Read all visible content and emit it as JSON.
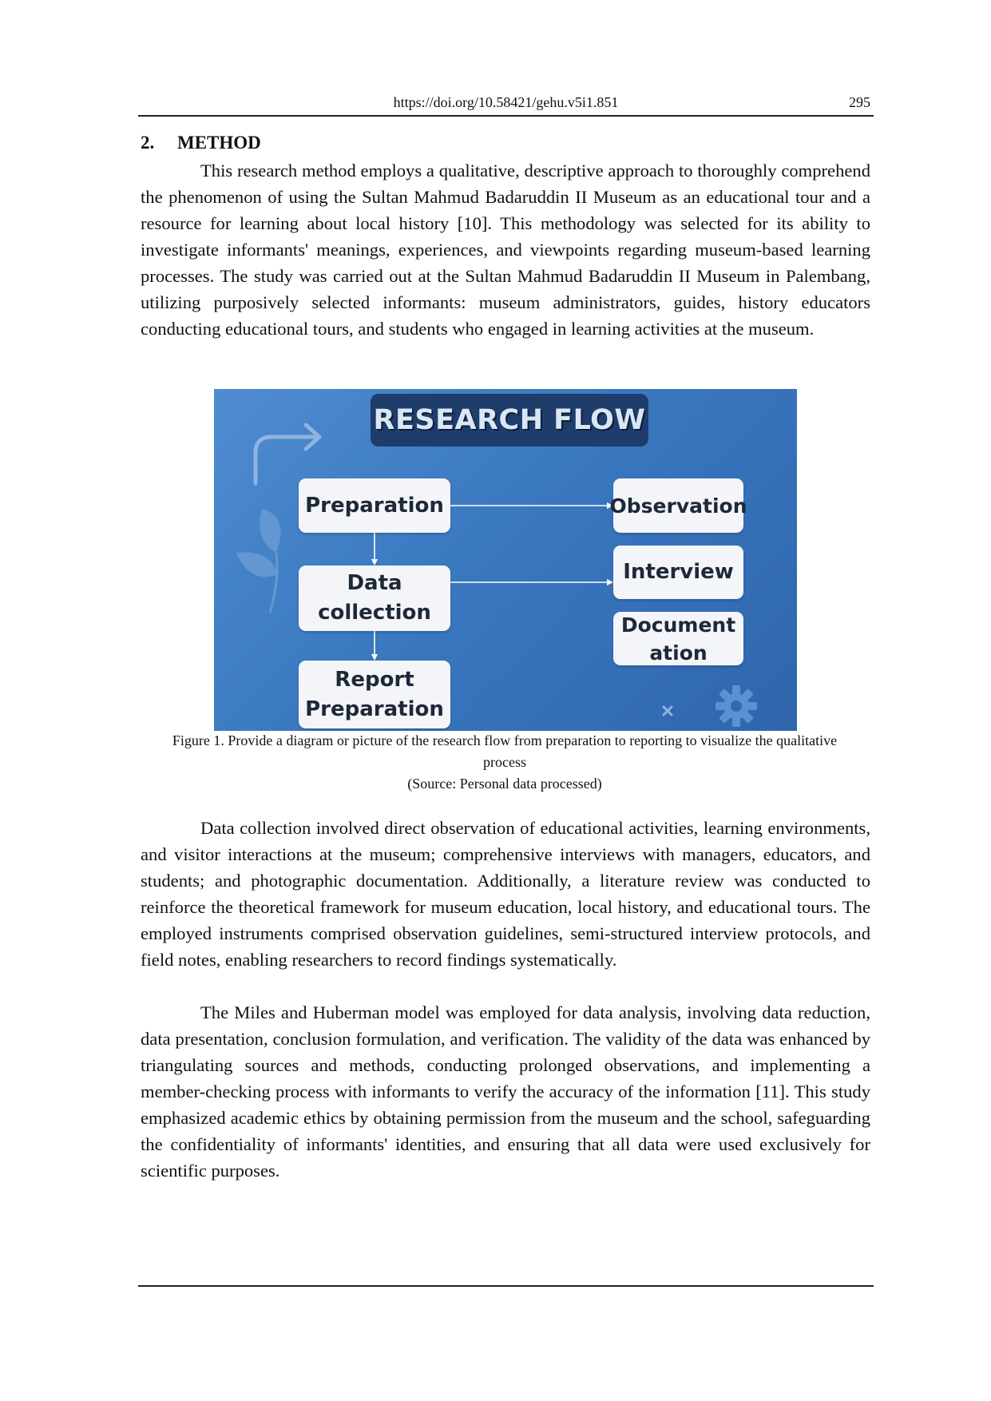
{
  "header": {
    "doi": "https://doi.org/10.58421/gehu.v5i1.851",
    "page_number": "295"
  },
  "section": {
    "number": "2.",
    "title": "METHOD"
  },
  "paragraphs": [
    "This research method employs a qualitative, descriptive approach to thoroughly comprehend the phenomenon of using the Sultan Mahmud Badaruddin II Museum as an educational tour and a resource for learning about local history [10]. This methodology was selected for its ability to investigate informants' meanings, experiences, and viewpoints regarding museum-based learning processes. The study was carried out at the Sultan Mahmud Badaruddin II Museum in Palembang, utilizing purposively selected informants: museum administrators, guides, history educators conducting educational tours, and students who engaged in learning activities at the museum.",
    "Data collection involved direct observation of educational activities, learning environments, and visitor interactions at the museum; comprehensive interviews with managers, educators, and students; and photographic documentation. Additionally, a literature review was conducted to reinforce the theoretical framework for museum education, local history, and educational tours. The employed instruments comprised observation guidelines, semi-structured interview protocols, and field notes, enabling researchers to record findings systematically.",
    "The Miles and Huberman model was employed for data analysis, involving data reduction, data presentation, conclusion formulation, and verification. The validity of the data was enhanced by triangulating sources and methods, conducting prolonged observations, and implementing a member-checking process with informants to verify the accuracy of the information [11]. This study emphasized academic ethics by obtaining permission from the museum and the school, safeguarding the confidentiality of informants' identities, and ensuring that all data were used exclusively for scientific purposes."
  ],
  "figure": {
    "title": "RESEARCH FLOW",
    "boxes": {
      "preparation": "Preparation",
      "data_collection_line1": "Data",
      "data_collection_line2": "collection",
      "report_line1": "Report",
      "report_line2": "Preparation",
      "observation": "Observation",
      "interview": "Interview",
      "documentation_line1": "Document",
      "documentation_line2": "ation"
    },
    "colors": {
      "background": "#3a78c0",
      "title_box": "#1e3d6b",
      "box_fill": "#f3f5f9"
    },
    "caption": "Figure 1.  Provide a diagram or picture of the research flow from  preparation to reporting to visualize the qualitative process",
    "source": "(Source: Personal data processed)"
  }
}
